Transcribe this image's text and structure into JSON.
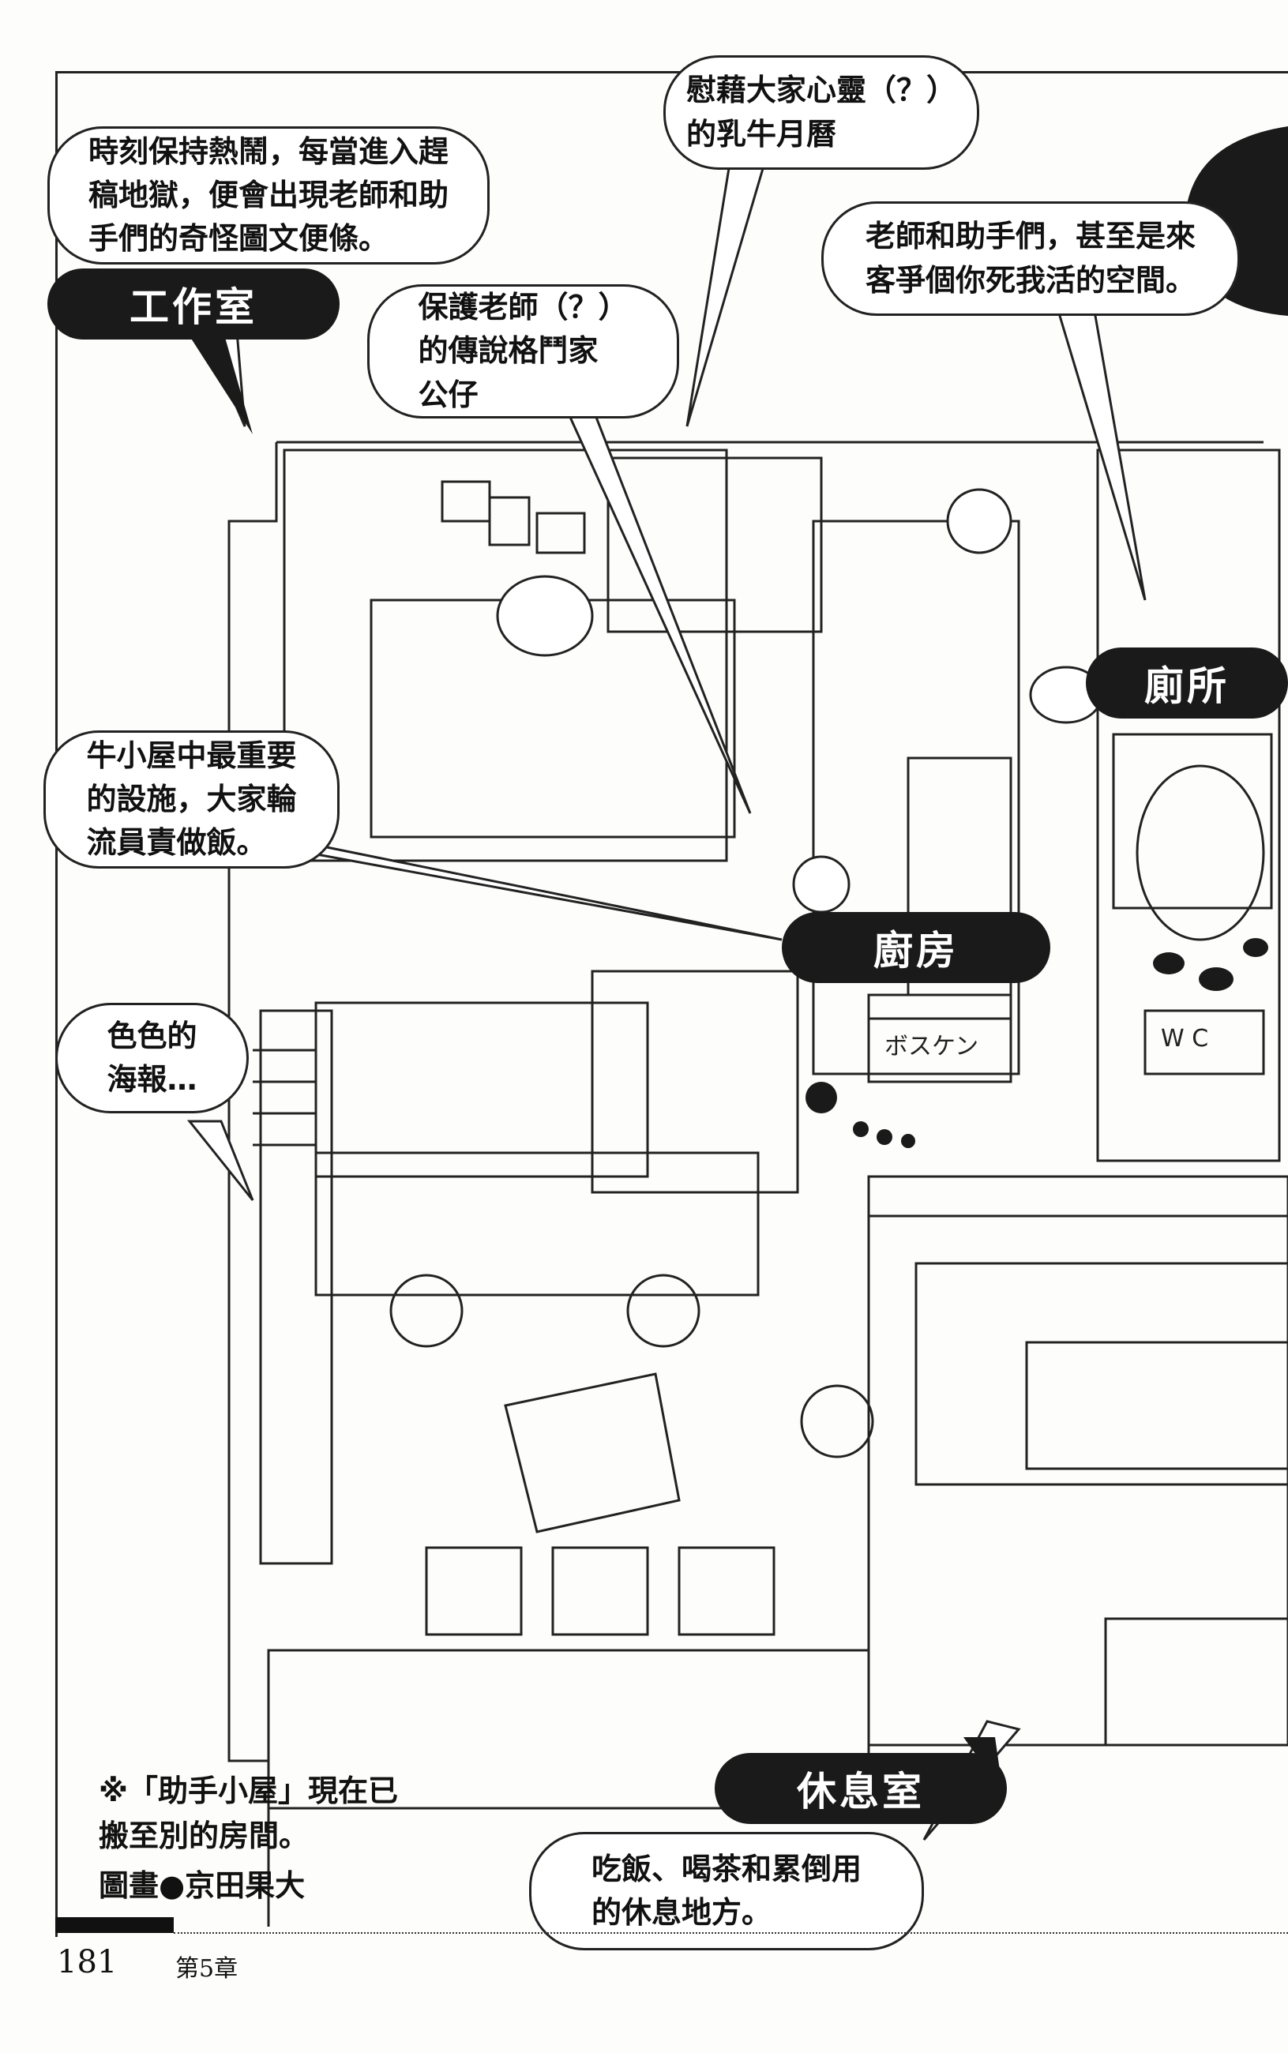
{
  "labels": {
    "studio": "工作室",
    "kitchen": "廚房",
    "toilet": "廁所",
    "lounge": "休息室"
  },
  "bubbles": {
    "studio_desc": [
      "時刻保持熱鬧，每當進入趕",
      "稿地獄，便會出現老師和助",
      "手們的奇怪圖文便條。"
    ],
    "calendar": [
      "慰藉大家心靈（？）",
      "的乳牛月曆"
    ],
    "toilet_desc": [
      "老師和助手們，甚至是來",
      "客爭個你死我活的空間。"
    ],
    "figure": [
      "保護老師（？）",
      "的傳說格鬥家",
      "公仔"
    ],
    "kitchen_desc": [
      "牛小屋中最重要",
      "的設施，大家輪",
      "流員責做飯。"
    ],
    "poster": [
      "色色的",
      "海報…"
    ],
    "lounge_desc": [
      "吃飯、喝茶和累倒用",
      "的休息地方。"
    ]
  },
  "note": [
    "※「助手小屋」現在已",
    "搬至別的房間。",
    "圖畫●京田果大"
  ],
  "art_text": {
    "wc_sign": "W C",
    "shelf_sign": "ボスケン"
  },
  "footer": {
    "page_number": "181",
    "chapter": "第5章"
  },
  "colors": {
    "ink": "#1a1a1a",
    "paper": "#fdfdfb"
  }
}
